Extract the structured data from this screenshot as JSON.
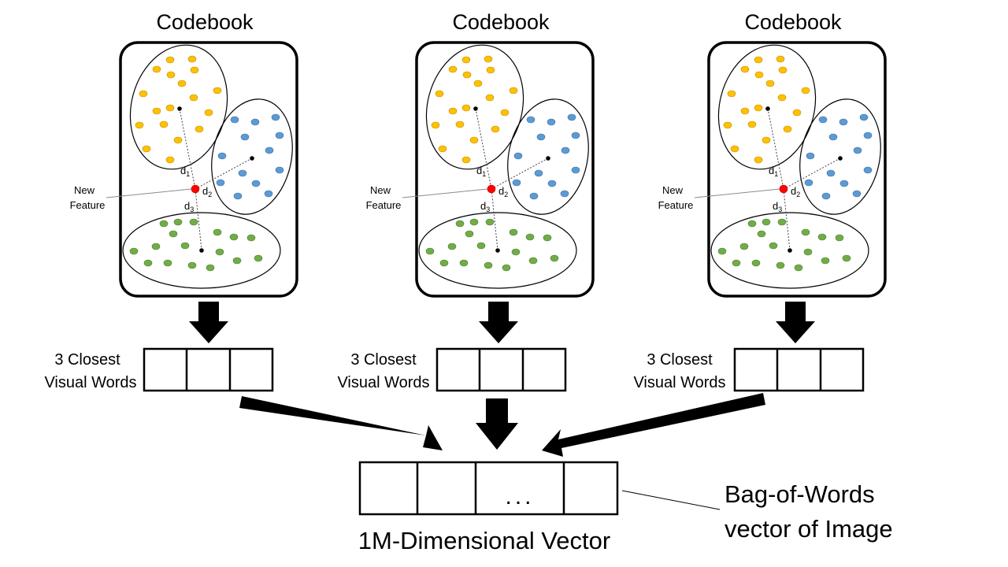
{
  "codebook": {
    "title": "Codebook",
    "new_feature_line1": "New",
    "new_feature_line2": "Feature",
    "distance_label": "d",
    "distance_subscripts": [
      "1",
      "2",
      "3"
    ],
    "cluster_colors": {
      "yellow": "#FFC000",
      "yellow_stroke": "#BF9000",
      "blue": "#5B9BD5",
      "blue_stroke": "#41719C",
      "green": "#70AD47",
      "green_stroke": "#507E32",
      "feature": "#FF0000"
    }
  },
  "closest": {
    "line1": "3 Closest",
    "line2": "Visual Words"
  },
  "vector": {
    "ellipsis": "...",
    "caption": "1M-Dimensional Vector",
    "bow_line1": "Bag-of-Words",
    "bow_line2": "vector of Image"
  }
}
